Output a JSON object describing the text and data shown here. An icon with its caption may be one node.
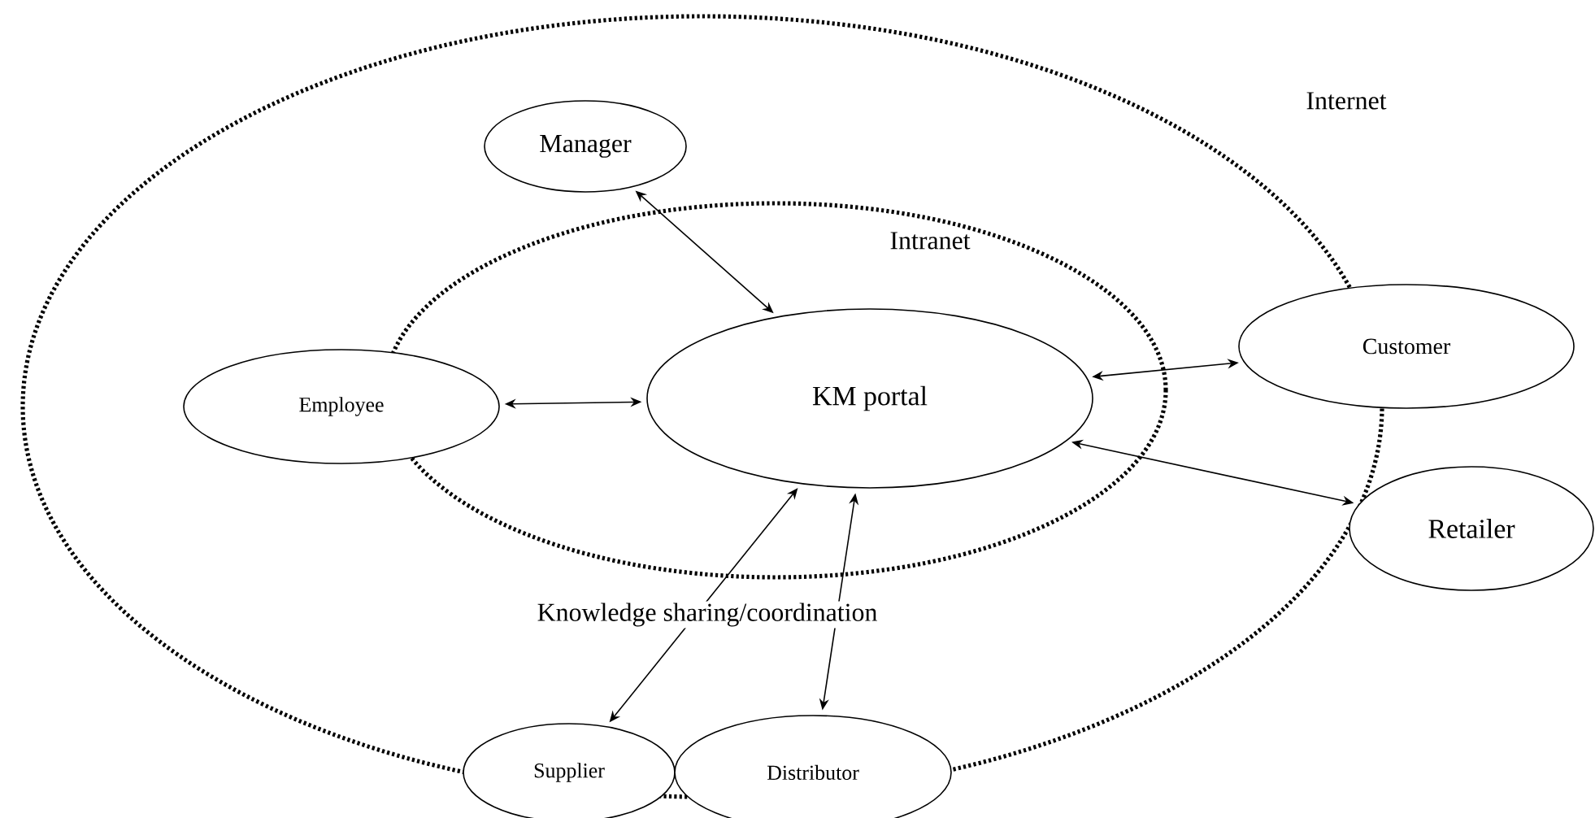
{
  "diagram": {
    "nodes": [
      {
        "text": [
          "Internet"
        ]
      },
      {
        "text": [
          "Intranet"
        ],
        "in": 0
      },
      {
        "text": [
          "Manager"
        ],
        "in": 0
      },
      {
        "text": [
          "Employee"
        ],
        "in": 0
      },
      {
        "text": [
          "KM portal"
        ],
        "in": 1
      },
      {
        "text": [
          "Customer"
        ]
      },
      {
        "text": [
          "Retailer"
        ]
      },
      {
        "text": [
          "Supplier"
        ]
      },
      {
        "text": [
          "Distributor"
        ]
      }
    ],
    "edges": [
      {
        "from": 2,
        "to": 4,
        "arrow": "both"
      },
      {
        "from": 3,
        "to": 4,
        "arrow": "both"
      },
      {
        "from": 4,
        "to": 5,
        "arrow": "both"
      },
      {
        "from": 4,
        "to": 6,
        "arrow": "both"
      },
      {
        "from": 4,
        "to": 7,
        "arrow": "both"
      },
      {
        "from": 4,
        "to": 8,
        "arrow": "both"
      }
    ],
    "labels": [
      "Knowledge sharing/coordination"
    ]
  }
}
